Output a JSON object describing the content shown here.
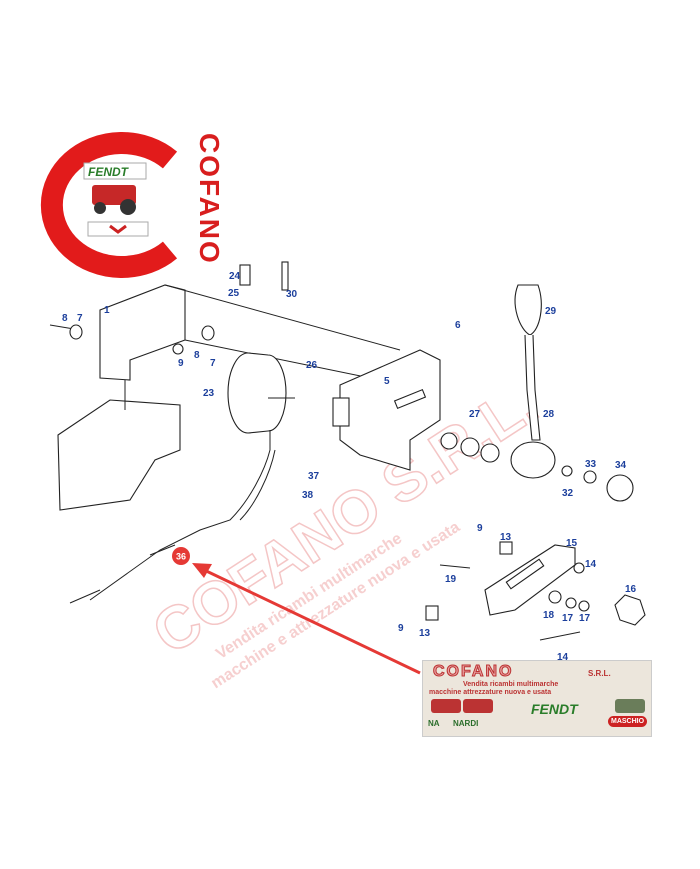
{
  "logo": {
    "brand_vertical": "COFANO",
    "inner_brand": "FENDT",
    "colors": {
      "ring": "#e21b1b",
      "brand": "#d81e1e",
      "fendt": "#2a7d2a"
    }
  },
  "part_labels": [
    "1",
    "7",
    "8",
    "24",
    "25",
    "30",
    "9",
    "8",
    "7",
    "26",
    "23",
    "5",
    "6",
    "29",
    "28",
    "27",
    "33",
    "34",
    "32",
    "37",
    "38",
    "9",
    "13",
    "15",
    "14",
    "19",
    "16",
    "18",
    "17",
    "17",
    "9",
    "13",
    "14"
  ],
  "highlight": {
    "label": "36",
    "color": "#e53935"
  },
  "watermark": {
    "main": "COFANO S.R.L.",
    "line1": "Vendita ricambi multimarche",
    "line2": "macchine e attrezzature nuova e usata"
  },
  "banner": {
    "title": "COFANO",
    "suffix": "S.R.L.",
    "line1": "Vendita ricambi multimarche",
    "line2": "macchine attrezzature nuova e usata",
    "brands": [
      "NA",
      "NARDI",
      "FENDT",
      "MASCHIO"
    ]
  },
  "colors": {
    "label": "#1c3f9c",
    "arrow": "#e53935"
  }
}
